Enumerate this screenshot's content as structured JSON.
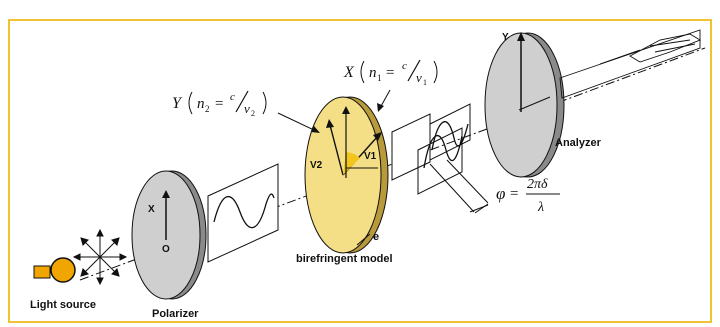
{
  "labels": {
    "light_source": "Light source",
    "polarizer": "Polarizer",
    "birefringent_model": "birefringent model",
    "analyzer": "Analyzer",
    "thickness": "e",
    "polarizer_x": "X",
    "polarizer_origin": "O",
    "analyzer_y": "Y",
    "v1": "V1",
    "v2": "V2"
  },
  "equations": {
    "y_axis": {
      "axis": "Y",
      "n": "n",
      "sub": "2",
      "eq": "=",
      "c": "c",
      "v": "v",
      "vsub": "2"
    },
    "x_axis": {
      "axis": "X",
      "n": "n",
      "sub": "1",
      "eq": "=",
      "c": "c",
      "v": "v",
      "vsub": "1"
    },
    "phase": {
      "lhs": "φ",
      "eq": "=",
      "num": "2πδ",
      "den": "λ"
    }
  },
  "colors": {
    "frame": "#f1c232",
    "model": "#f4df86",
    "disc": "#cfcfcf",
    "bulb": "#f0a500"
  }
}
